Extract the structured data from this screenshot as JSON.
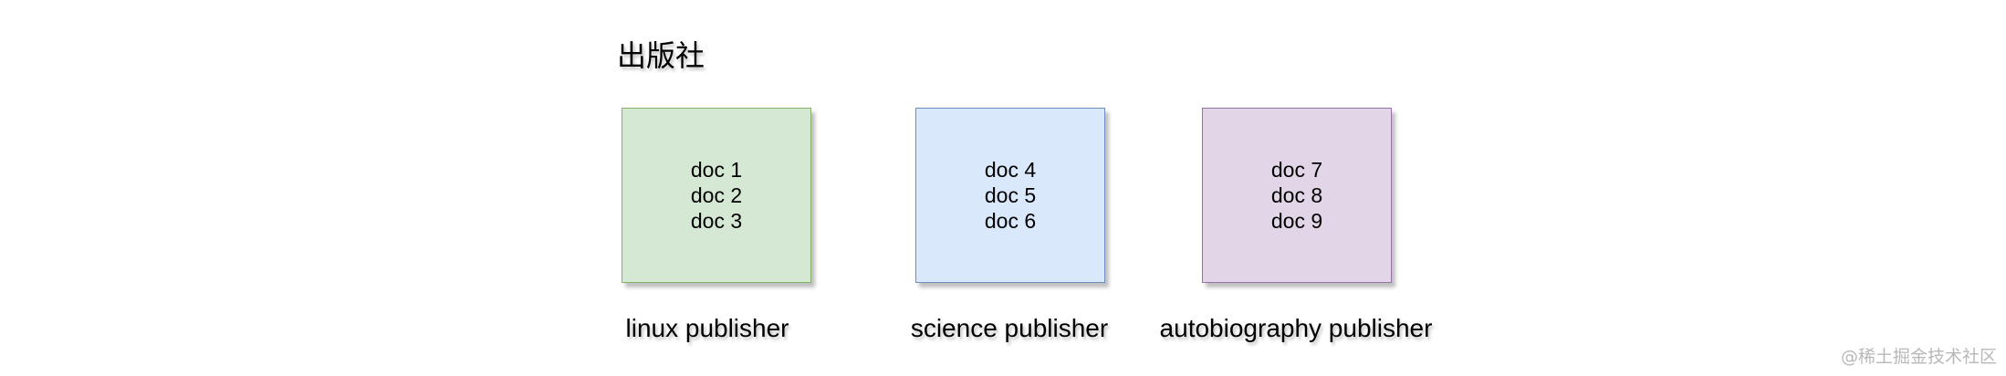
{
  "title": "出版社",
  "publishers": [
    {
      "docs": [
        "doc 1",
        "doc 2",
        "doc 3"
      ],
      "label": "linux publisher",
      "fill": "#d5e8d4",
      "stroke": "#82b366"
    },
    {
      "docs": [
        "doc 4",
        "doc 5",
        "doc 6"
      ],
      "label": "science publisher",
      "fill": "#dae8fc",
      "stroke": "#6c8ebf"
    },
    {
      "docs": [
        "doc 7",
        "doc 8",
        "doc 9"
      ],
      "label": "autobiography publisher",
      "fill": "#e1d5e7",
      "stroke": "#9673a6"
    }
  ],
  "watermark": "@稀土掘金技术社区"
}
